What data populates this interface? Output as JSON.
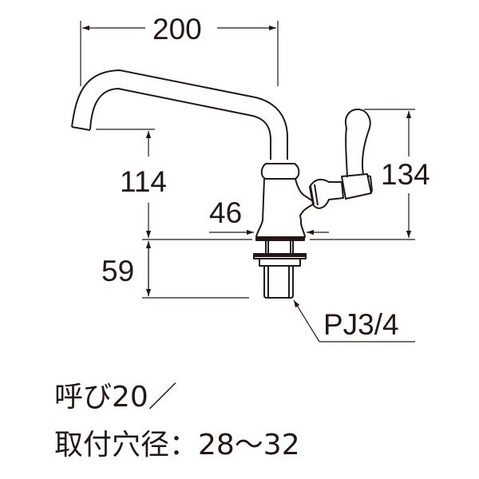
{
  "drawing": {
    "subject": "single-lever faucet dimension drawing",
    "stroke_color": "#231815",
    "background": "#ffffff"
  },
  "dimensions": {
    "spout_reach": "200",
    "spout_height": "114",
    "total_height": "134",
    "base_diameter": "46",
    "shank_length": "59"
  },
  "labels": {
    "connection_thread": "PJ3/4"
  },
  "specs": {
    "nominal_size": "呼び20／",
    "mounting_hole": "取付穴径：28〜32"
  }
}
